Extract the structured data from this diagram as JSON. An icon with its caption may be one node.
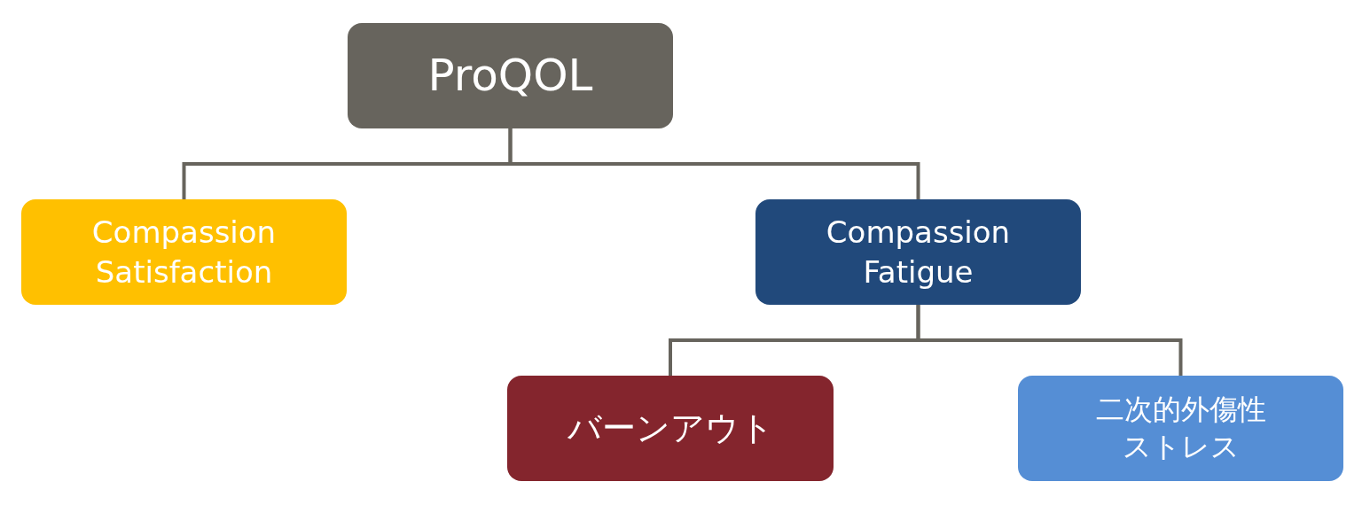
{
  "diagram": {
    "nodes": [
      {
        "text": [
          "ProQOL"
        ]
      },
      {
        "text": [
          "Compassion Satisfaction"
        ]
      },
      {
        "text": [
          "Compassion Fatigue"
        ]
      },
      {
        "text": [
          "バーンアウト"
        ]
      },
      {
        "text": [
          "二次的外傷性ストレス"
        ]
      }
    ],
    "edges": [
      {
        "from": 0,
        "to": 1,
        "arrow": "none"
      },
      {
        "from": 0,
        "to": 2,
        "arrow": "none"
      },
      {
        "from": 2,
        "to": 3,
        "arrow": "none"
      },
      {
        "from": 2,
        "to": 4,
        "arrow": "none"
      }
    ]
  }
}
